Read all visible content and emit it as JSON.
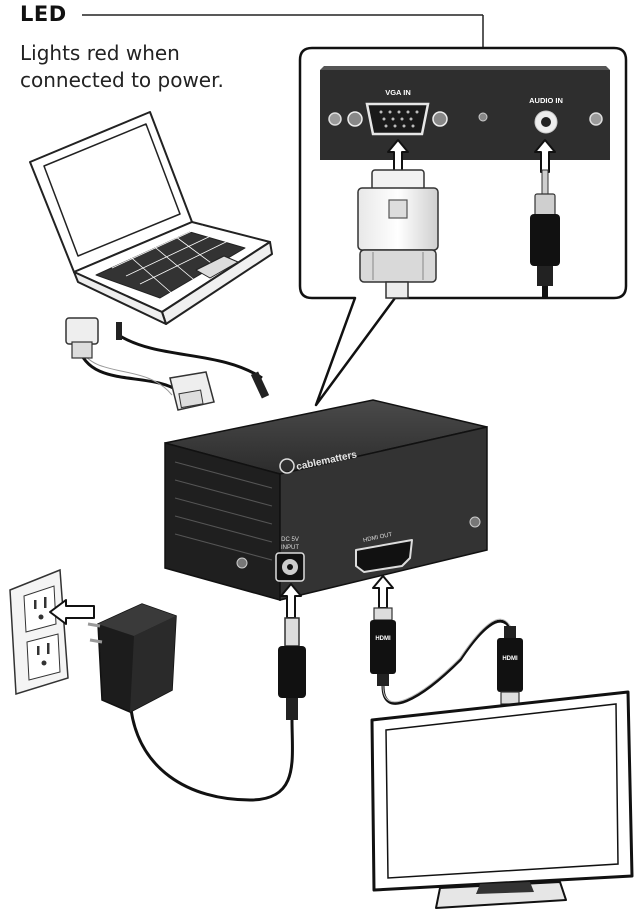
{
  "callout": {
    "title": "LED",
    "description_line1": "Lights red when",
    "description_line2": "connected to power."
  },
  "panel": {
    "vga_label": "VGA IN",
    "audio_label": "AUDIO IN"
  },
  "device": {
    "brand": "cablematters",
    "dc_label_line1": "DC 5V",
    "dc_label_line2": "INPUT",
    "hdmi_label": "HDMI OUT"
  },
  "cable_tags": {
    "hdmi_plug": "HDMI"
  }
}
